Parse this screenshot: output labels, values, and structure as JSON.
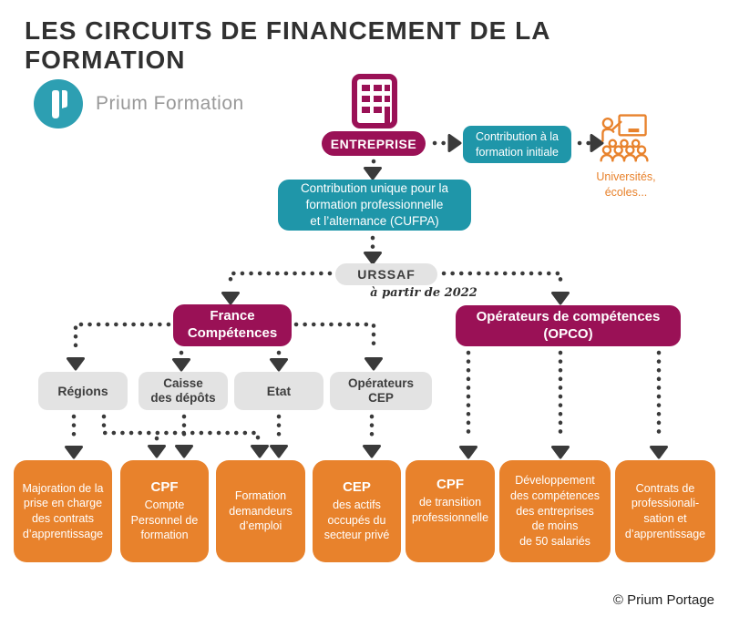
{
  "title": "LES CIRCUITS DE FINANCEMENT DE LA FORMATION",
  "logo": {
    "text": "Prium Formation"
  },
  "footer": "© Prium Portage",
  "theme": {
    "colors": {
      "magenta": "#9A1156",
      "teal": "#1F96A9",
      "teal-logo": "#2D9FB2",
      "orange": "#E8822C",
      "gray-box": "#E3E3E3",
      "connector": "#3A3A3A",
      "text-dark": "#3E3E3E",
      "title-color": "#313131",
      "logo-text": "#999999",
      "footer-color": "#1E1E1E"
    }
  },
  "nodes": {
    "entreprise": "ENTREPRISE",
    "contribution_initiale": "Contribution à la\nformation initiale",
    "universites": "Universités,\nécoles...",
    "cufpa": "Contribution unique pour la\nformation professionnelle\net l’alternance (CUFPA)",
    "urssaf": "URSSAF",
    "urssaf_note": "à partir de 2022",
    "france_competences": "France\nCompétences",
    "opco": "Opérateurs de compétences\n(OPCO)",
    "regions": "Régions",
    "caisse_depots": "Caisse\ndes dépôts",
    "etat": "Etat",
    "operateurs_cep": "Opérateurs\nCEP",
    "outcomes": [
      {
        "title": "",
        "body": "Majoration de la\nprise en charge\ndes contrats\nd’apprentissage"
      },
      {
        "title": "CPF",
        "body": "Compte\nPersonnel de\nformation"
      },
      {
        "title": "",
        "body": "Formation\ndemandeurs\nd’emploi"
      },
      {
        "title": "CEP",
        "body": "des actifs\noccupés du\nsecteur privé"
      },
      {
        "title": "CPF",
        "body": "de transition\nprofessionnelle"
      },
      {
        "title": "",
        "body": "Développement\ndes compétences\ndes entreprises\nde moins\nde 50 salariés"
      },
      {
        "title": "",
        "body": "Contrats de\nprofessionali-\nsation et\nd’apprentissage"
      }
    ]
  }
}
